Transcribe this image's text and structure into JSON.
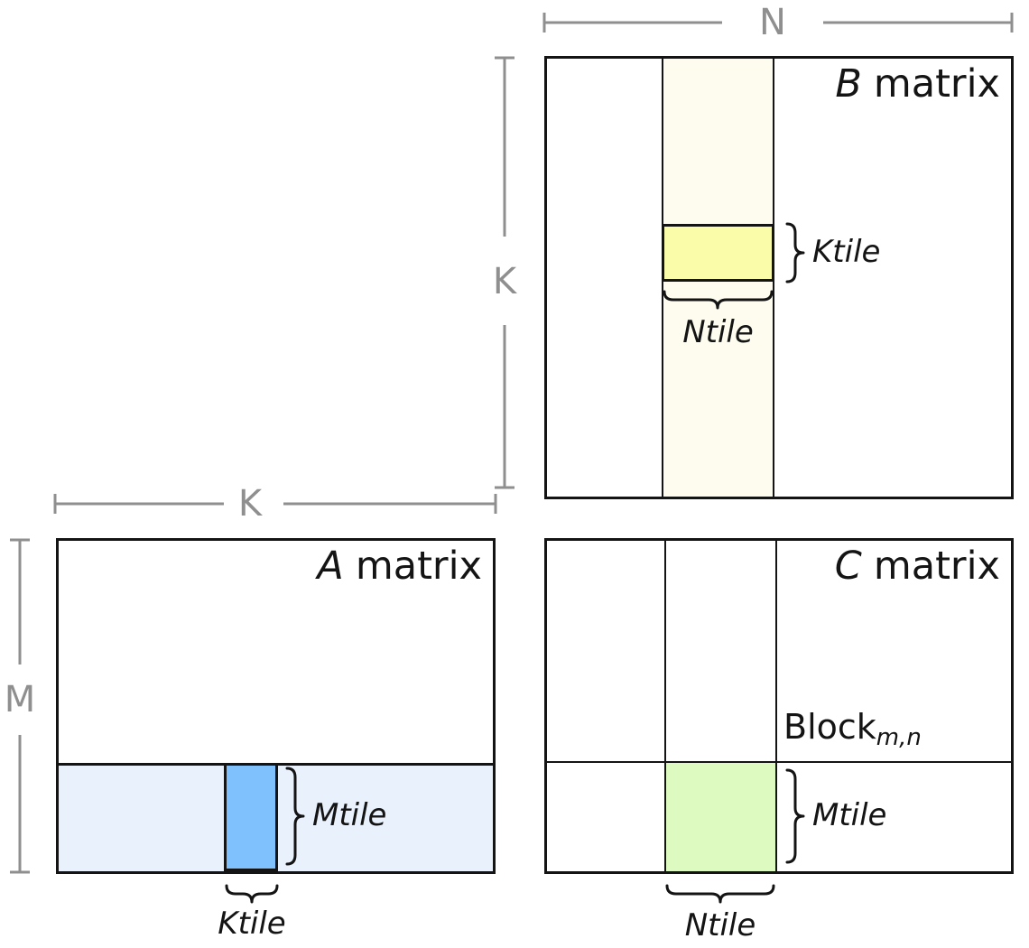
{
  "dimension_labels": {
    "n": "N",
    "k_vertical": "K",
    "k_horizontal": "K",
    "m": "M"
  },
  "matrix_b": {
    "title_letter": "B",
    "title_word": "matrix",
    "ktile_label": "Ktile",
    "ntile_label": "Ntile"
  },
  "matrix_a": {
    "title_letter": "A",
    "title_word": "matrix",
    "mtile_label": "Mtile",
    "ktile_label": "Ktile"
  },
  "matrix_c": {
    "title_letter": "C",
    "title_word": "matrix",
    "block_label": "Block",
    "block_subscript": "m,n",
    "mtile_label": "Mtile",
    "ntile_label": "Ntile"
  },
  "colors": {
    "b_column_strip": "#fdfcee",
    "b_ktile_tile": "#fbfcaa",
    "a_row_strip": "#e8f1fc",
    "a_ktile_tile": "#7fc1fc",
    "c_block_tile": "#ddfbc1",
    "dimension_gray": "#8f8f8f",
    "outline_black": "#141414"
  }
}
